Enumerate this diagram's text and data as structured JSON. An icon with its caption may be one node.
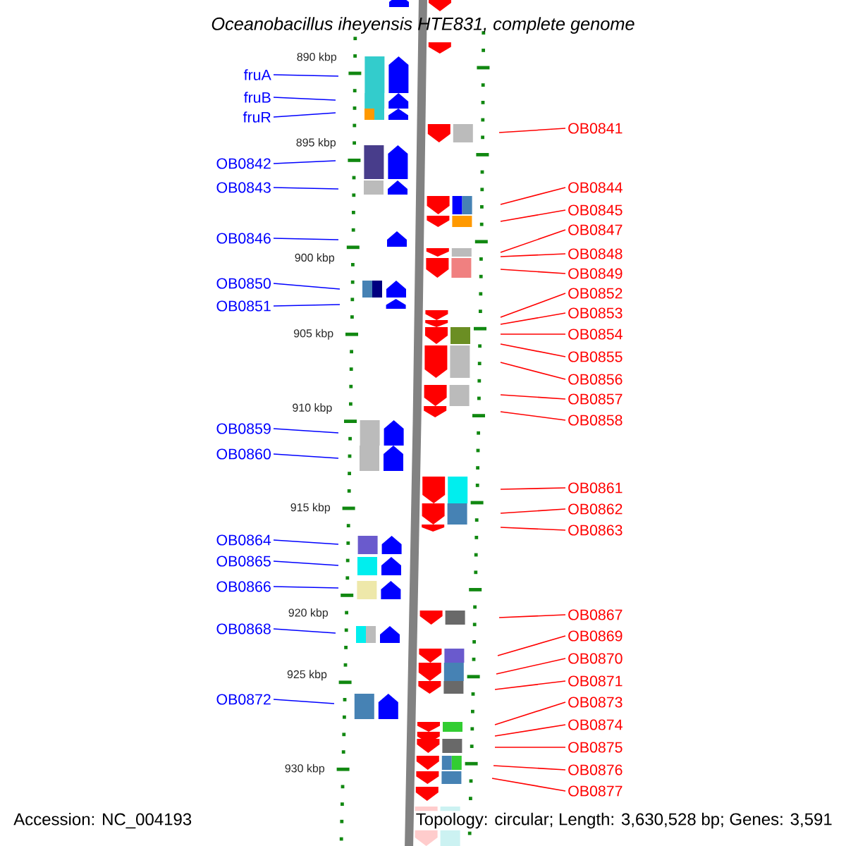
{
  "diagram": {
    "title": "Oceanobacillus iheyensis HTE831, complete genome",
    "nodes": [
      {
        "text": [
          "fruA"
        ]
      },
      {
        "text": [
          "fruB"
        ]
      },
      {
        "text": [
          "fruR"
        ]
      },
      {
        "text": [
          "OB0842"
        ]
      },
      {
        "text": [
          "OB0843"
        ]
      },
      {
        "text": [
          "OB0846"
        ]
      },
      {
        "text": [
          "OB0850"
        ]
      },
      {
        "text": [
          "OB0851"
        ]
      },
      {
        "text": [
          "OB0859"
        ]
      },
      {
        "text": [
          "OB0860"
        ]
      },
      {
        "text": [
          "OB0864"
        ]
      },
      {
        "text": [
          "OB0865"
        ]
      },
      {
        "text": [
          "OB0866"
        ]
      },
      {
        "text": [
          "OB0868"
        ]
      },
      {
        "text": [
          "OB0872"
        ]
      },
      {
        "text": [
          "OB0841"
        ]
      },
      {
        "text": [
          "OB0844"
        ]
      },
      {
        "text": [
          "OB0845"
        ]
      },
      {
        "text": [
          "OB0847"
        ]
      },
      {
        "text": [
          "OB0848"
        ]
      },
      {
        "text": [
          "OB0849"
        ]
      },
      {
        "text": [
          "OB0852"
        ]
      },
      {
        "text": [
          "OB0853"
        ]
      },
      {
        "text": [
          "OB0854"
        ]
      },
      {
        "text": [
          "OB0855"
        ]
      },
      {
        "text": [
          "OB0856"
        ]
      },
      {
        "text": [
          "OB0857"
        ]
      },
      {
        "text": [
          "OB0858"
        ]
      },
      {
        "text": [
          "OB0861"
        ]
      },
      {
        "text": [
          "OB0862"
        ]
      },
      {
        "text": [
          "OB0863"
        ]
      },
      {
        "text": [
          "OB0867"
        ]
      },
      {
        "text": [
          "OB0869"
        ]
      },
      {
        "text": [
          "OB0870"
        ]
      },
      {
        "text": [
          "OB0871"
        ]
      },
      {
        "text": [
          "OB0873"
        ]
      },
      {
        "text": [
          "OB0874"
        ]
      },
      {
        "text": [
          "OB0875"
        ]
      },
      {
        "text": [
          "OB0876"
        ]
      },
      {
        "text": [
          "OB0877"
        ]
      }
    ],
    "edges": [
      {
        "from": 0,
        "to": null,
        "arrow": "none",
        "color": "#0000ff"
      },
      {
        "from": 1,
        "to": null,
        "arrow": "none",
        "color": "#0000ff"
      },
      {
        "from": 2,
        "to": null,
        "arrow": "none",
        "color": "#0000ff"
      },
      {
        "from": 3,
        "to": null,
        "arrow": "none",
        "color": "#0000ff"
      },
      {
        "from": 4,
        "to": null,
        "arrow": "none",
        "color": "#0000ff"
      },
      {
        "from": 5,
        "to": null,
        "arrow": "none",
        "color": "#0000ff"
      },
      {
        "from": 6,
        "to": null,
        "arrow": "none",
        "color": "#0000ff"
      },
      {
        "from": 7,
        "to": null,
        "arrow": "none",
        "color": "#0000ff"
      },
      {
        "from": 8,
        "to": null,
        "arrow": "none",
        "color": "#0000ff"
      },
      {
        "from": 9,
        "to": null,
        "arrow": "none",
        "color": "#0000ff"
      },
      {
        "from": 10,
        "to": null,
        "arrow": "none",
        "color": "#0000ff"
      },
      {
        "from": 11,
        "to": null,
        "arrow": "none",
        "color": "#0000ff"
      },
      {
        "from": 12,
        "to": null,
        "arrow": "none",
        "color": "#0000ff"
      },
      {
        "from": 13,
        "to": null,
        "arrow": "none",
        "color": "#0000ff"
      },
      {
        "from": 14,
        "to": null,
        "arrow": "none",
        "color": "#0000ff"
      },
      {
        "from": 15,
        "to": null,
        "arrow": "none"
      },
      {
        "from": 16,
        "to": null,
        "arrow": "none"
      },
      {
        "from": 17,
        "to": null,
        "arrow": "none"
      },
      {
        "from": 18,
        "to": null,
        "arrow": "none"
      },
      {
        "from": 19,
        "to": null,
        "arrow": "none"
      },
      {
        "from": 20,
        "to": null,
        "arrow": "none"
      },
      {
        "from": 21,
        "to": null,
        "arrow": "none"
      },
      {
        "from": 22,
        "to": null,
        "arrow": "none"
      },
      {
        "from": 23,
        "to": null,
        "arrow": "none"
      },
      {
        "from": 24,
        "to": null,
        "arrow": "none"
      },
      {
        "from": 25,
        "to": null,
        "arrow": "none"
      },
      {
        "from": 26,
        "to": null,
        "arrow": "none"
      },
      {
        "from": 27,
        "to": null,
        "arrow": "none"
      },
      {
        "from": 28,
        "to": null,
        "arrow": "none"
      },
      {
        "from": 29,
        "to": null,
        "arrow": "none"
      },
      {
        "from": 30,
        "to": null,
        "arrow": "none"
      },
      {
        "from": 31,
        "to": null,
        "arrow": "none"
      },
      {
        "from": 32,
        "to": null,
        "arrow": "none"
      },
      {
        "from": 33,
        "to": null,
        "arrow": "none"
      },
      {
        "from": 34,
        "to": null,
        "arrow": "none"
      },
      {
        "from": 35,
        "to": null,
        "arrow": "none"
      },
      {
        "from": 36,
        "to": null,
        "arrow": "none"
      },
      {
        "from": 37,
        "to": null,
        "arrow": "none"
      },
      {
        "from": 38,
        "to": null,
        "arrow": "none"
      },
      {
        "from": 39,
        "to": null,
        "arrow": "none"
      }
    ],
    "labels": [
      "890 kbp",
      "895 kbp",
      "900 kbp",
      "905 kbp",
      "910 kbp",
      "915 kbp",
      "920 kbp",
      "925 kbp",
      "930 kbp",
      "Accession: NC_004193",
      "Topology: circular; Length: 3,630,528 bp; Genes: 3,591"
    ]
  }
}
